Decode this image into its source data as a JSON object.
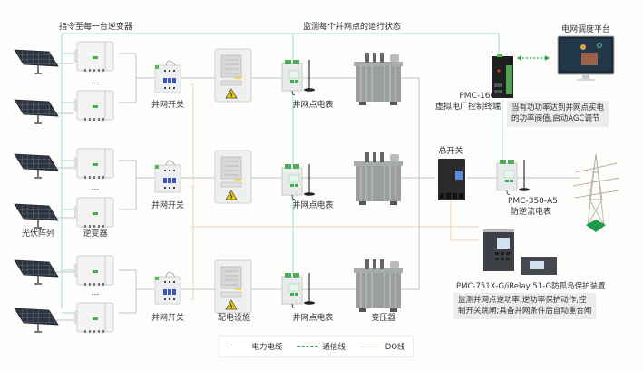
{
  "headers": {
    "inverter_command": "指令至每一台逆变器",
    "monitor_status": "监测每个并网点的运行状态"
  },
  "labels": {
    "pv_array": "光伏阵列",
    "inverter": "逆变器",
    "grid_switch": "并网开关",
    "distribution": "配电设施",
    "grid_meter": "并网点电表",
    "transformer": "变压器",
    "main_switch": "总开关",
    "dispatch_platform": "电网调度平台",
    "pmc1606_model": "PMC-1606",
    "pmc1606_name": "虚拟电厂控制终端",
    "pmc350_model": "PMC-350-A5",
    "pmc350_name": "防逆流电表",
    "pmc751_name": "PMC-751X-G/iRelay 51-G防孤岛保护装置",
    "ellipsis": "..."
  },
  "notes": {
    "agc_line1": "当有功功率达到并网点买电",
    "agc_line2": "的功率阀值,启动AGC调节",
    "protect_line1": "监测并网点逆功率,逆功率保护动作,控",
    "protect_line2": "制开关跳闸;具备并网条件后自动重合闸"
  },
  "legend": {
    "power_cable": "电力电缆",
    "comm_line": "通信线",
    "do_line": "DO线"
  },
  "colors": {
    "power": "#b9b9b9",
    "comm": "#9fd8bd",
    "do": "#f0cfae",
    "accent_green": "#2ea44f"
  }
}
